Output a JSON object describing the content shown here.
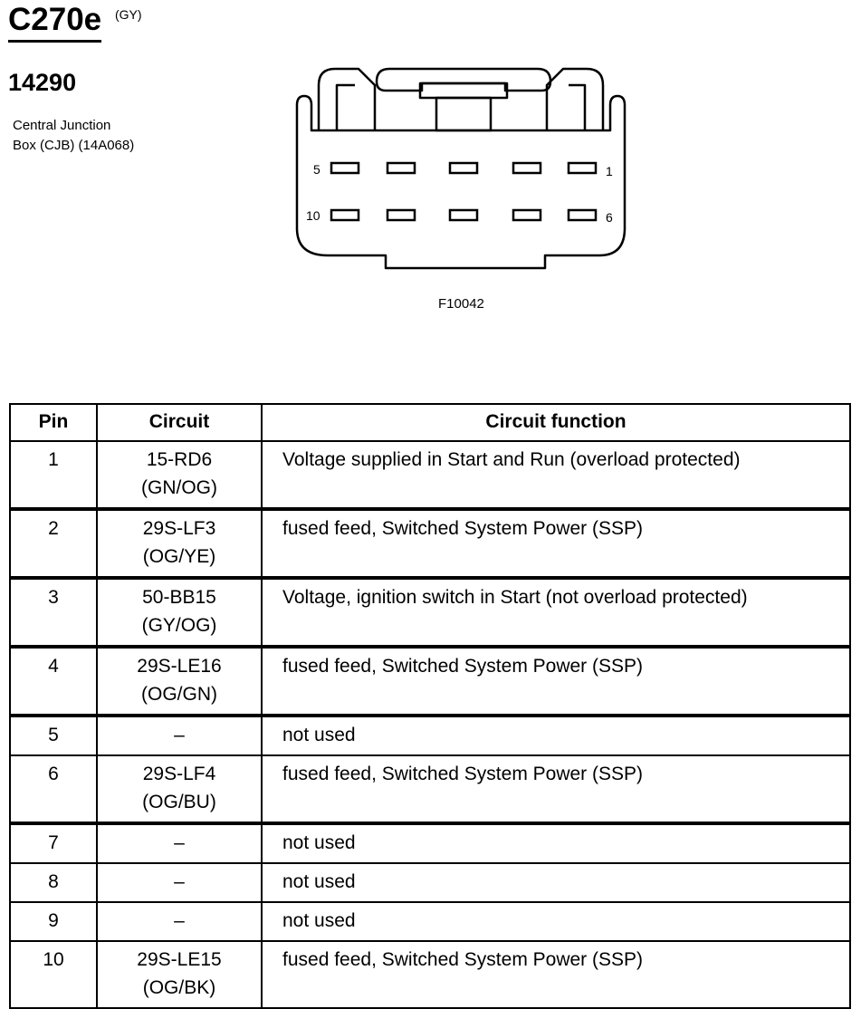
{
  "header": {
    "connector": "C270e",
    "color": "(GY)",
    "part_number": "14290",
    "location_line1": "Central Junction",
    "location_line2": "Box (CJB) (14A068)"
  },
  "diagram": {
    "figure_id": "F10042",
    "pin_labels": {
      "p5": "5",
      "p1": "1",
      "p10": "10",
      "p6": "6"
    }
  },
  "table": {
    "headers": {
      "pin": "Pin",
      "circuit": "Circuit",
      "function": "Circuit function"
    },
    "rows": [
      {
        "pin": "1",
        "circuit": "15-RD6",
        "color": "(GN/OG)",
        "function": "Voltage supplied in Start and Run (overload protected)"
      },
      {
        "pin": "2",
        "circuit": "29S-LF3",
        "color": "(OG/YE)",
        "function": "fused feed, Switched System Power (SSP)"
      },
      {
        "pin": "3",
        "circuit": "50-BB15",
        "color": "(GY/OG)",
        "function": "Voltage, ignition switch in Start (not overload protected)"
      },
      {
        "pin": "4",
        "circuit": "29S-LE16",
        "color": "(OG/GN)",
        "function": "fused feed, Switched System Power (SSP)"
      },
      {
        "pin": "5",
        "circuit": "–",
        "color": "",
        "function": "not used"
      },
      {
        "pin": "6",
        "circuit": "29S-LF4",
        "color": "(OG/BU)",
        "function": "fused feed, Switched System Power (SSP)"
      },
      {
        "pin": "7",
        "circuit": "–",
        "color": "",
        "function": "not used"
      },
      {
        "pin": "8",
        "circuit": "–",
        "color": "",
        "function": "not used"
      },
      {
        "pin": "9",
        "circuit": "–",
        "color": "",
        "function": "not used"
      },
      {
        "pin": "10",
        "circuit": "29S-LE15",
        "color": "(OG/BK)",
        "function": "fused feed, Switched System Power (SSP)"
      }
    ]
  }
}
